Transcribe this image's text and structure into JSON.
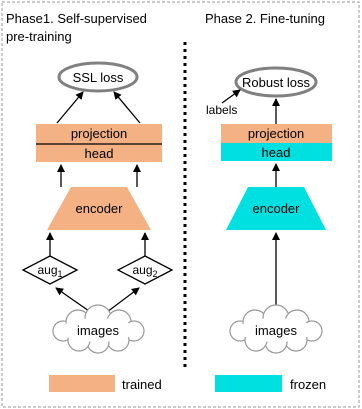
{
  "phase1": {
    "title_line1": "Phase1. Self-supervised",
    "title_line2": "pre-training",
    "loss": "SSL loss",
    "projection": "projection",
    "head": "head",
    "encoder": "encoder",
    "aug1_base": "aug",
    "aug1_sub": "1",
    "aug2_base": "aug",
    "aug2_sub": "2",
    "images": "images"
  },
  "phase2": {
    "title": "Phase 2. Fine-tuning",
    "loss": "Robust loss",
    "labels": "labels",
    "projection": "projection",
    "head": "head",
    "encoder": "encoder",
    "images": "images"
  },
  "legend": {
    "trained": "trained",
    "frozen": "frozen"
  },
  "colors": {
    "trained": "#f4b183",
    "frozen": "#00e0e0",
    "border": "#000000",
    "frame": "#999999"
  }
}
